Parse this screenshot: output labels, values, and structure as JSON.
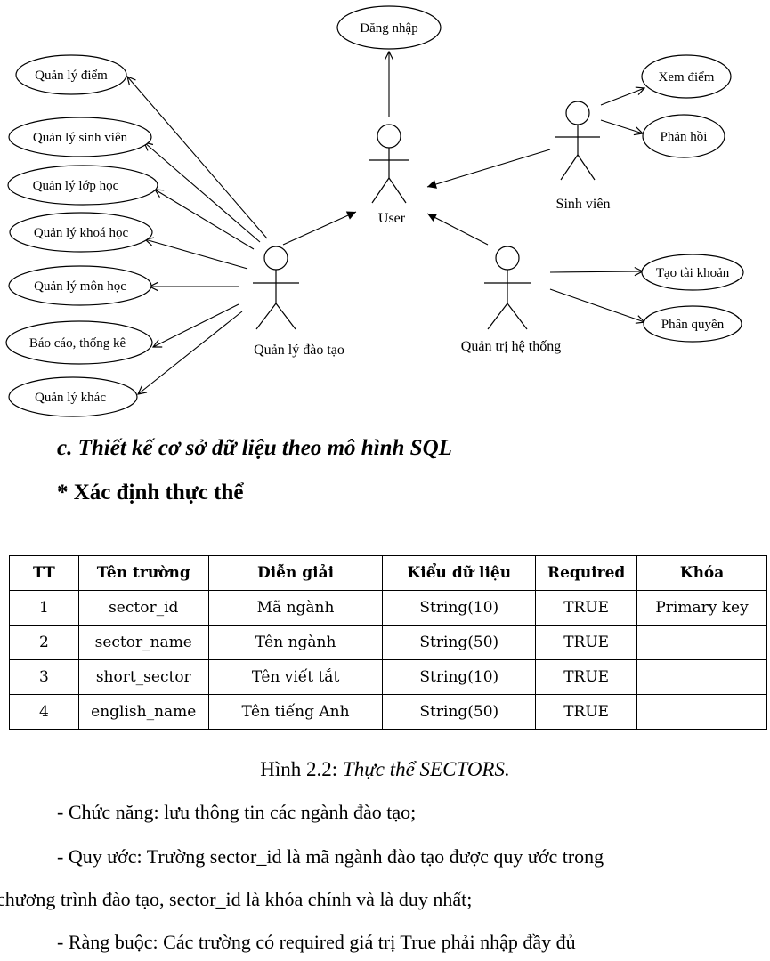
{
  "diagram": {
    "user_label": "User",
    "actors": {
      "student": "Sinh viên",
      "training_manager": "Quản lý đào tạo",
      "system_admin": "Quản trị hệ thống"
    },
    "usecases": {
      "login": "Đăng nhập",
      "grade_mgmt": "Quản lý điểm",
      "student_mgmt": "Quản lý sinh viên",
      "class_mgmt": "Quản lý lớp học",
      "course_mgmt": "Quản lý khoá học",
      "subject_mgmt": "Quản lý môn học",
      "report": "Báo cáo, thống kê",
      "other_mgmt": "Quản lý khác",
      "view_grades": "Xem điểm",
      "feedback": "Phản hồi",
      "create_account": "Tạo tài khoản",
      "permissions": "Phân quyền"
    }
  },
  "section_heading": "c. Thiết kế cơ sở dữ liệu theo mô hình SQL",
  "entity_heading": "* Xác định thực thể",
  "table": {
    "headers": [
      "TT",
      "Tên trường",
      "Diễn giải",
      "Kiểu dữ liệu",
      "Required",
      "Khóa"
    ],
    "rows": [
      [
        "1",
        "sector_id",
        "Mã ngành",
        "String(10)",
        "TRUE",
        "Primary key"
      ],
      [
        "2",
        "sector_name",
        "Tên ngành",
        "String(50)",
        "TRUE",
        ""
      ],
      [
        "3",
        "short_sector",
        "Tên viết tắt",
        "String(10)",
        "TRUE",
        ""
      ],
      [
        "4",
        "english_name",
        "Tên tiếng Anh",
        "String(50)",
        "TRUE",
        ""
      ]
    ]
  },
  "caption": {
    "prefix": "Hình 2.2: ",
    "title": "Thực thể SECTORS."
  },
  "paragraphs": {
    "function": "- Chức năng: lưu thông tin các ngành đào tạo;",
    "convention_1": "- Quy ước: Trường sector_id là mã ngành đào tạo được quy ước trong",
    "convention_2": "chương trình đào tạo, sector_id là khóa chính và là duy nhất;",
    "constraint": "- Ràng buộc: Các trường có required giá trị True phải nhập đầy đủ"
  }
}
